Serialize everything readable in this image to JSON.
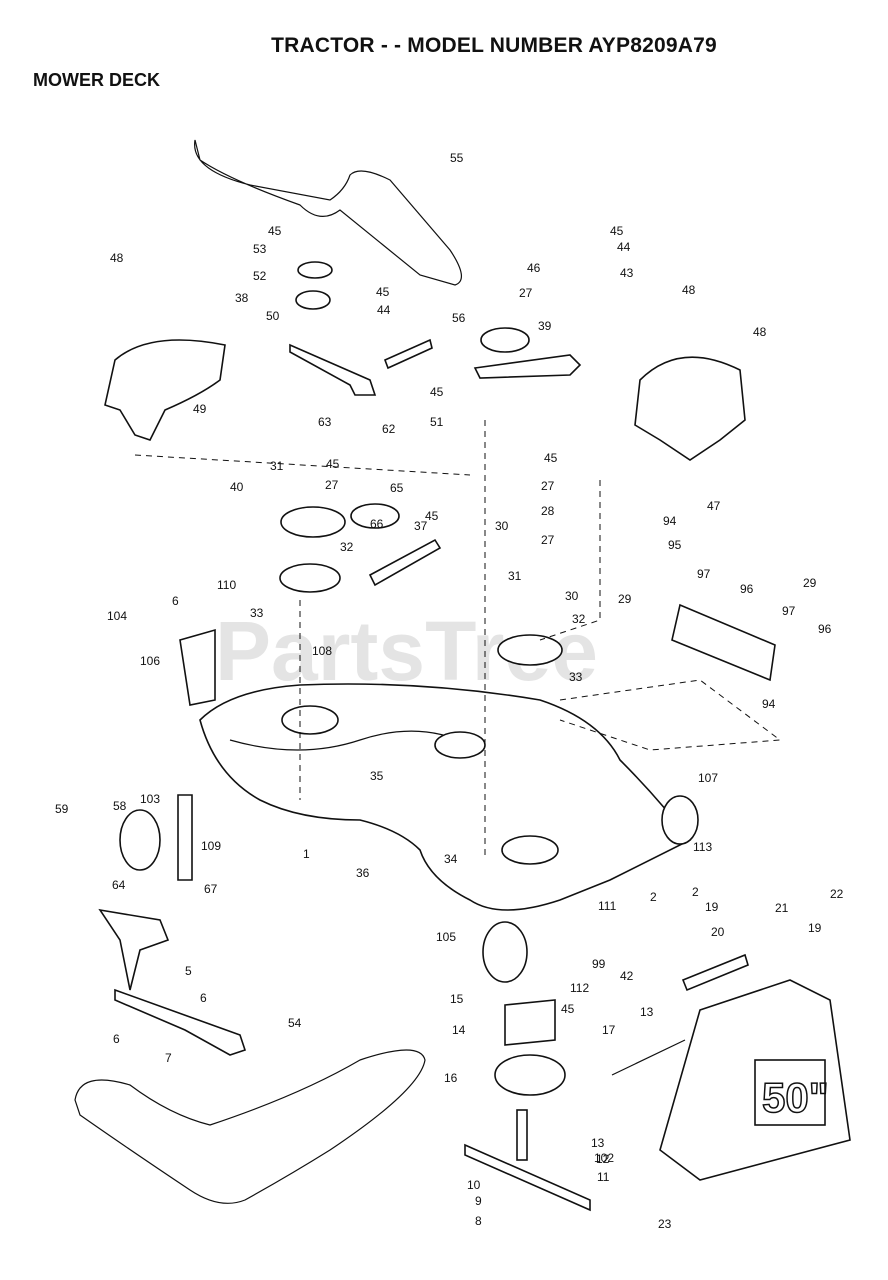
{
  "header": {
    "title": "TRACTOR - - MODEL NUMBER AYP8209A79",
    "section": "MOWER DECK"
  },
  "watermark": "PartsTree",
  "deck_size_label": "50\"",
  "part_labels": [
    "55",
    "45",
    "53",
    "52",
    "38",
    "50",
    "63",
    "62",
    "45",
    "44",
    "56",
    "46",
    "27",
    "39",
    "45",
    "44",
    "43",
    "45",
    "51",
    "48",
    "49",
    "48",
    "48",
    "47",
    "31",
    "40",
    "45",
    "27",
    "65",
    "66",
    "45",
    "37",
    "32",
    "33",
    "110",
    "104",
    "6",
    "106",
    "108",
    "30",
    "31",
    "30",
    "32",
    "33",
    "45",
    "27",
    "28",
    "27",
    "94",
    "95",
    "29",
    "97",
    "96",
    "29",
    "97",
    "96",
    "94",
    "107",
    "113",
    "35",
    "1",
    "34",
    "36",
    "105",
    "111",
    "2",
    "99",
    "42",
    "112",
    "45",
    "15",
    "14",
    "16",
    "103",
    "59",
    "58",
    "64",
    "67",
    "109",
    "5",
    "6",
    "6",
    "7",
    "54",
    "2",
    "19",
    "20",
    "21",
    "19",
    "22",
    "13",
    "17",
    "23",
    "13",
    "12",
    "102",
    "11",
    "10",
    "9",
    "8"
  ]
}
